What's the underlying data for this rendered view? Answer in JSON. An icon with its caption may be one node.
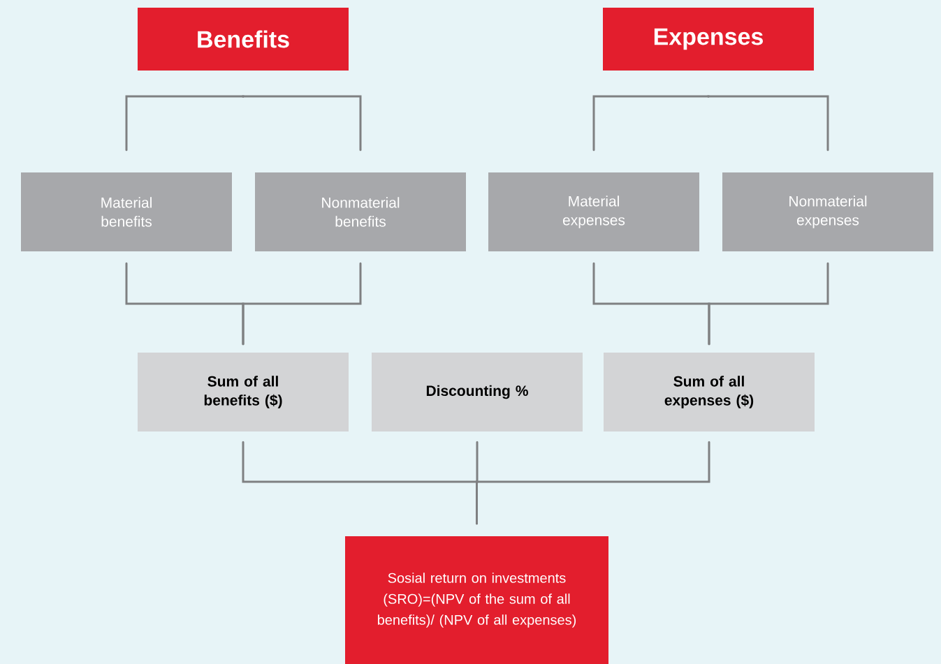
{
  "diagram": {
    "nodes": [
      {
        "text": [
          "Benefits"
        ]
      },
      {
        "text": [
          "Expenses"
        ]
      },
      {
        "text": [
          "Material benefits"
        ]
      },
      {
        "text": [
          "Nonmaterial benefits"
        ]
      },
      {
        "text": [
          "Material expenses"
        ]
      },
      {
        "text": [
          "Nonmaterial expenses"
        ]
      },
      {
        "text": [
          "Sum of all benefits ($)"
        ]
      },
      {
        "text": [
          "Discounting %"
        ]
      },
      {
        "text": [
          "Sum of all expenses ($)"
        ]
      },
      {
        "text": [
          "Sosial return on investments (SRO)=(NPV of the sum of all benefits)/ (NPV of all expenses)"
        ]
      }
    ],
    "edges": [
      {
        "from": 0,
        "to": 2,
        "arrow": "none"
      },
      {
        "from": 0,
        "to": 3,
        "arrow": "none"
      },
      {
        "from": 1,
        "to": 4,
        "arrow": "none"
      },
      {
        "from": 1,
        "to": 5,
        "arrow": "none"
      },
      {
        "from": 2,
        "to": 6,
        "arrow": "none"
      },
      {
        "from": 3,
        "to": 6,
        "arrow": "none"
      },
      {
        "from": 4,
        "to": 8,
        "arrow": "none"
      },
      {
        "from": 5,
        "to": 8,
        "arrow": "none"
      },
      {
        "from": 6,
        "to": 9,
        "arrow": "none"
      },
      {
        "from": 7,
        "to": 9,
        "arrow": "none"
      },
      {
        "from": 8,
        "to": 9,
        "arrow": "none"
      }
    ]
  }
}
